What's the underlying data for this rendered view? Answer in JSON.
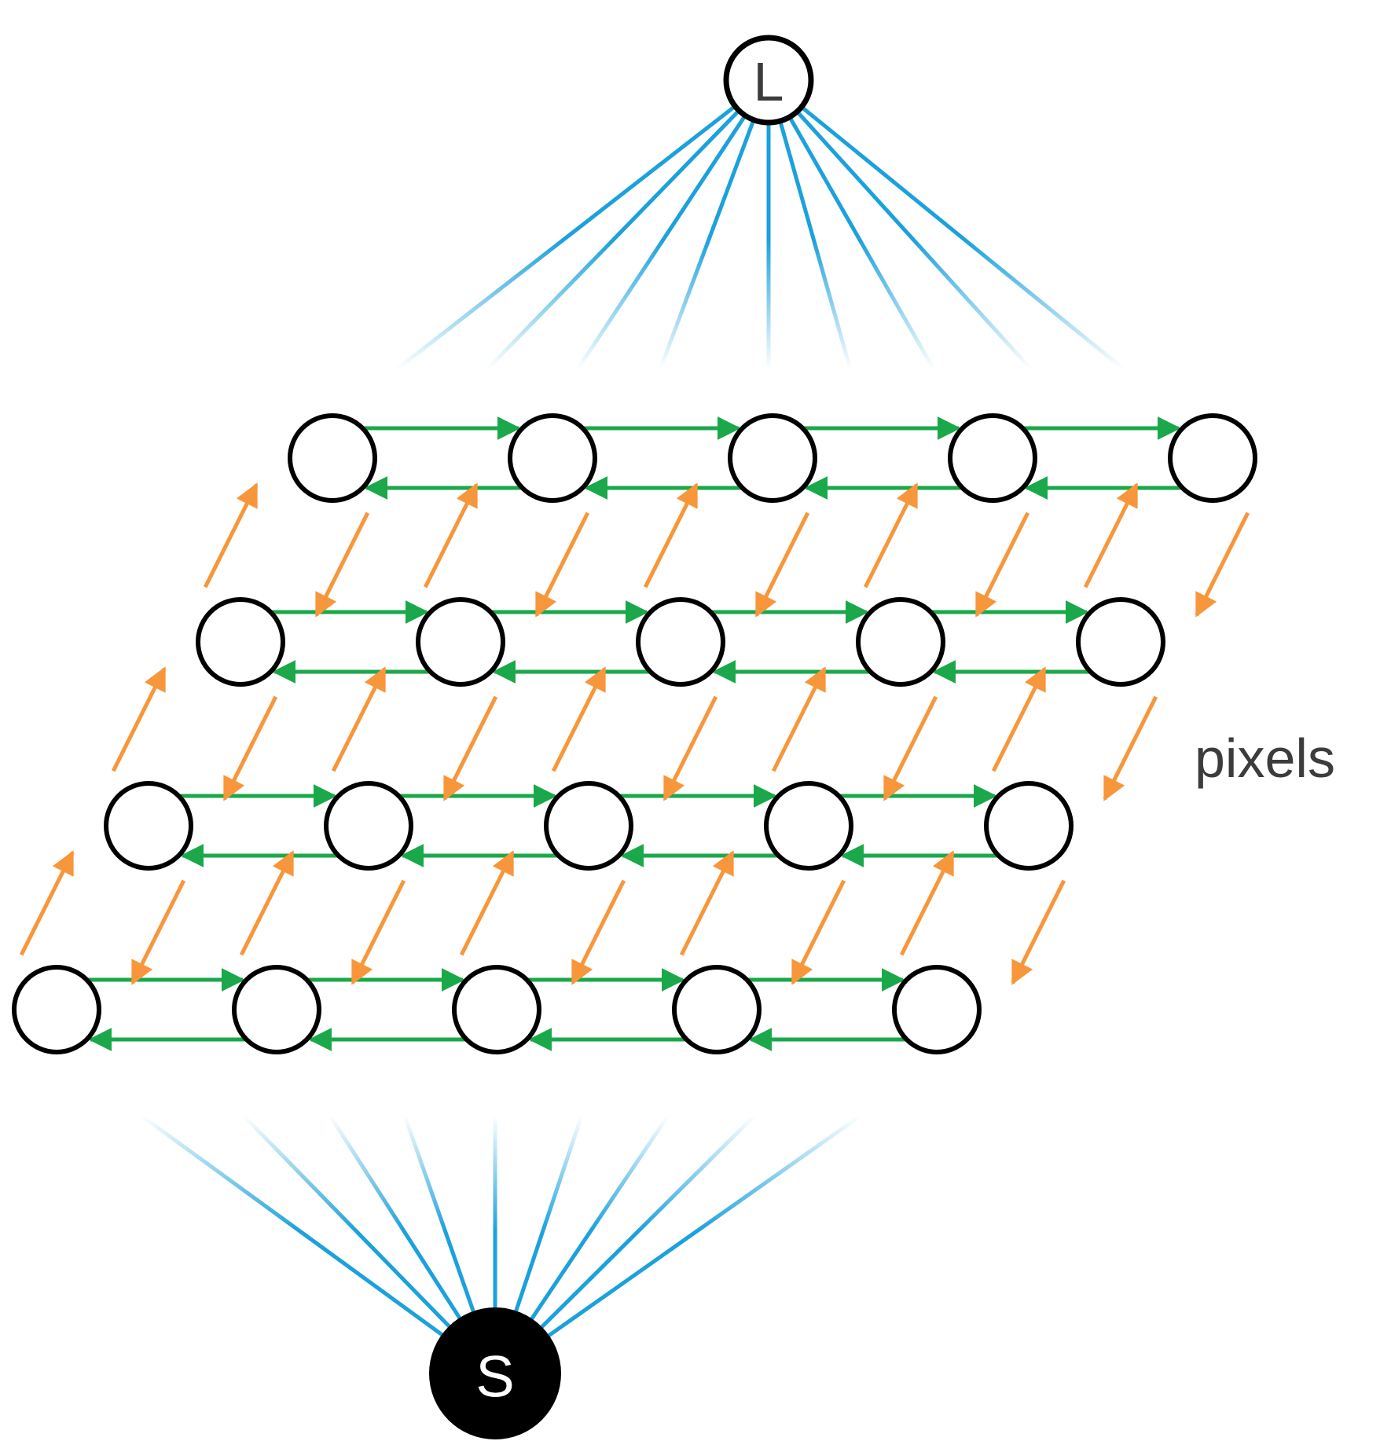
{
  "diagram": {
    "top_node_label": "L",
    "bottom_node_label": "S",
    "side_label": "pixels",
    "grid": {
      "rows": 4,
      "cols": 5
    },
    "colors": {
      "terminal_link": "#1ba1dc",
      "horizontal_arrow": "#1aa84b",
      "diagonal_arrow": "#f7963a",
      "node_stroke": "#000000",
      "node_fill": "#ffffff",
      "source_fill": "#000000",
      "source_text": "#ffffff",
      "label_text": "#3c3c3c"
    }
  }
}
